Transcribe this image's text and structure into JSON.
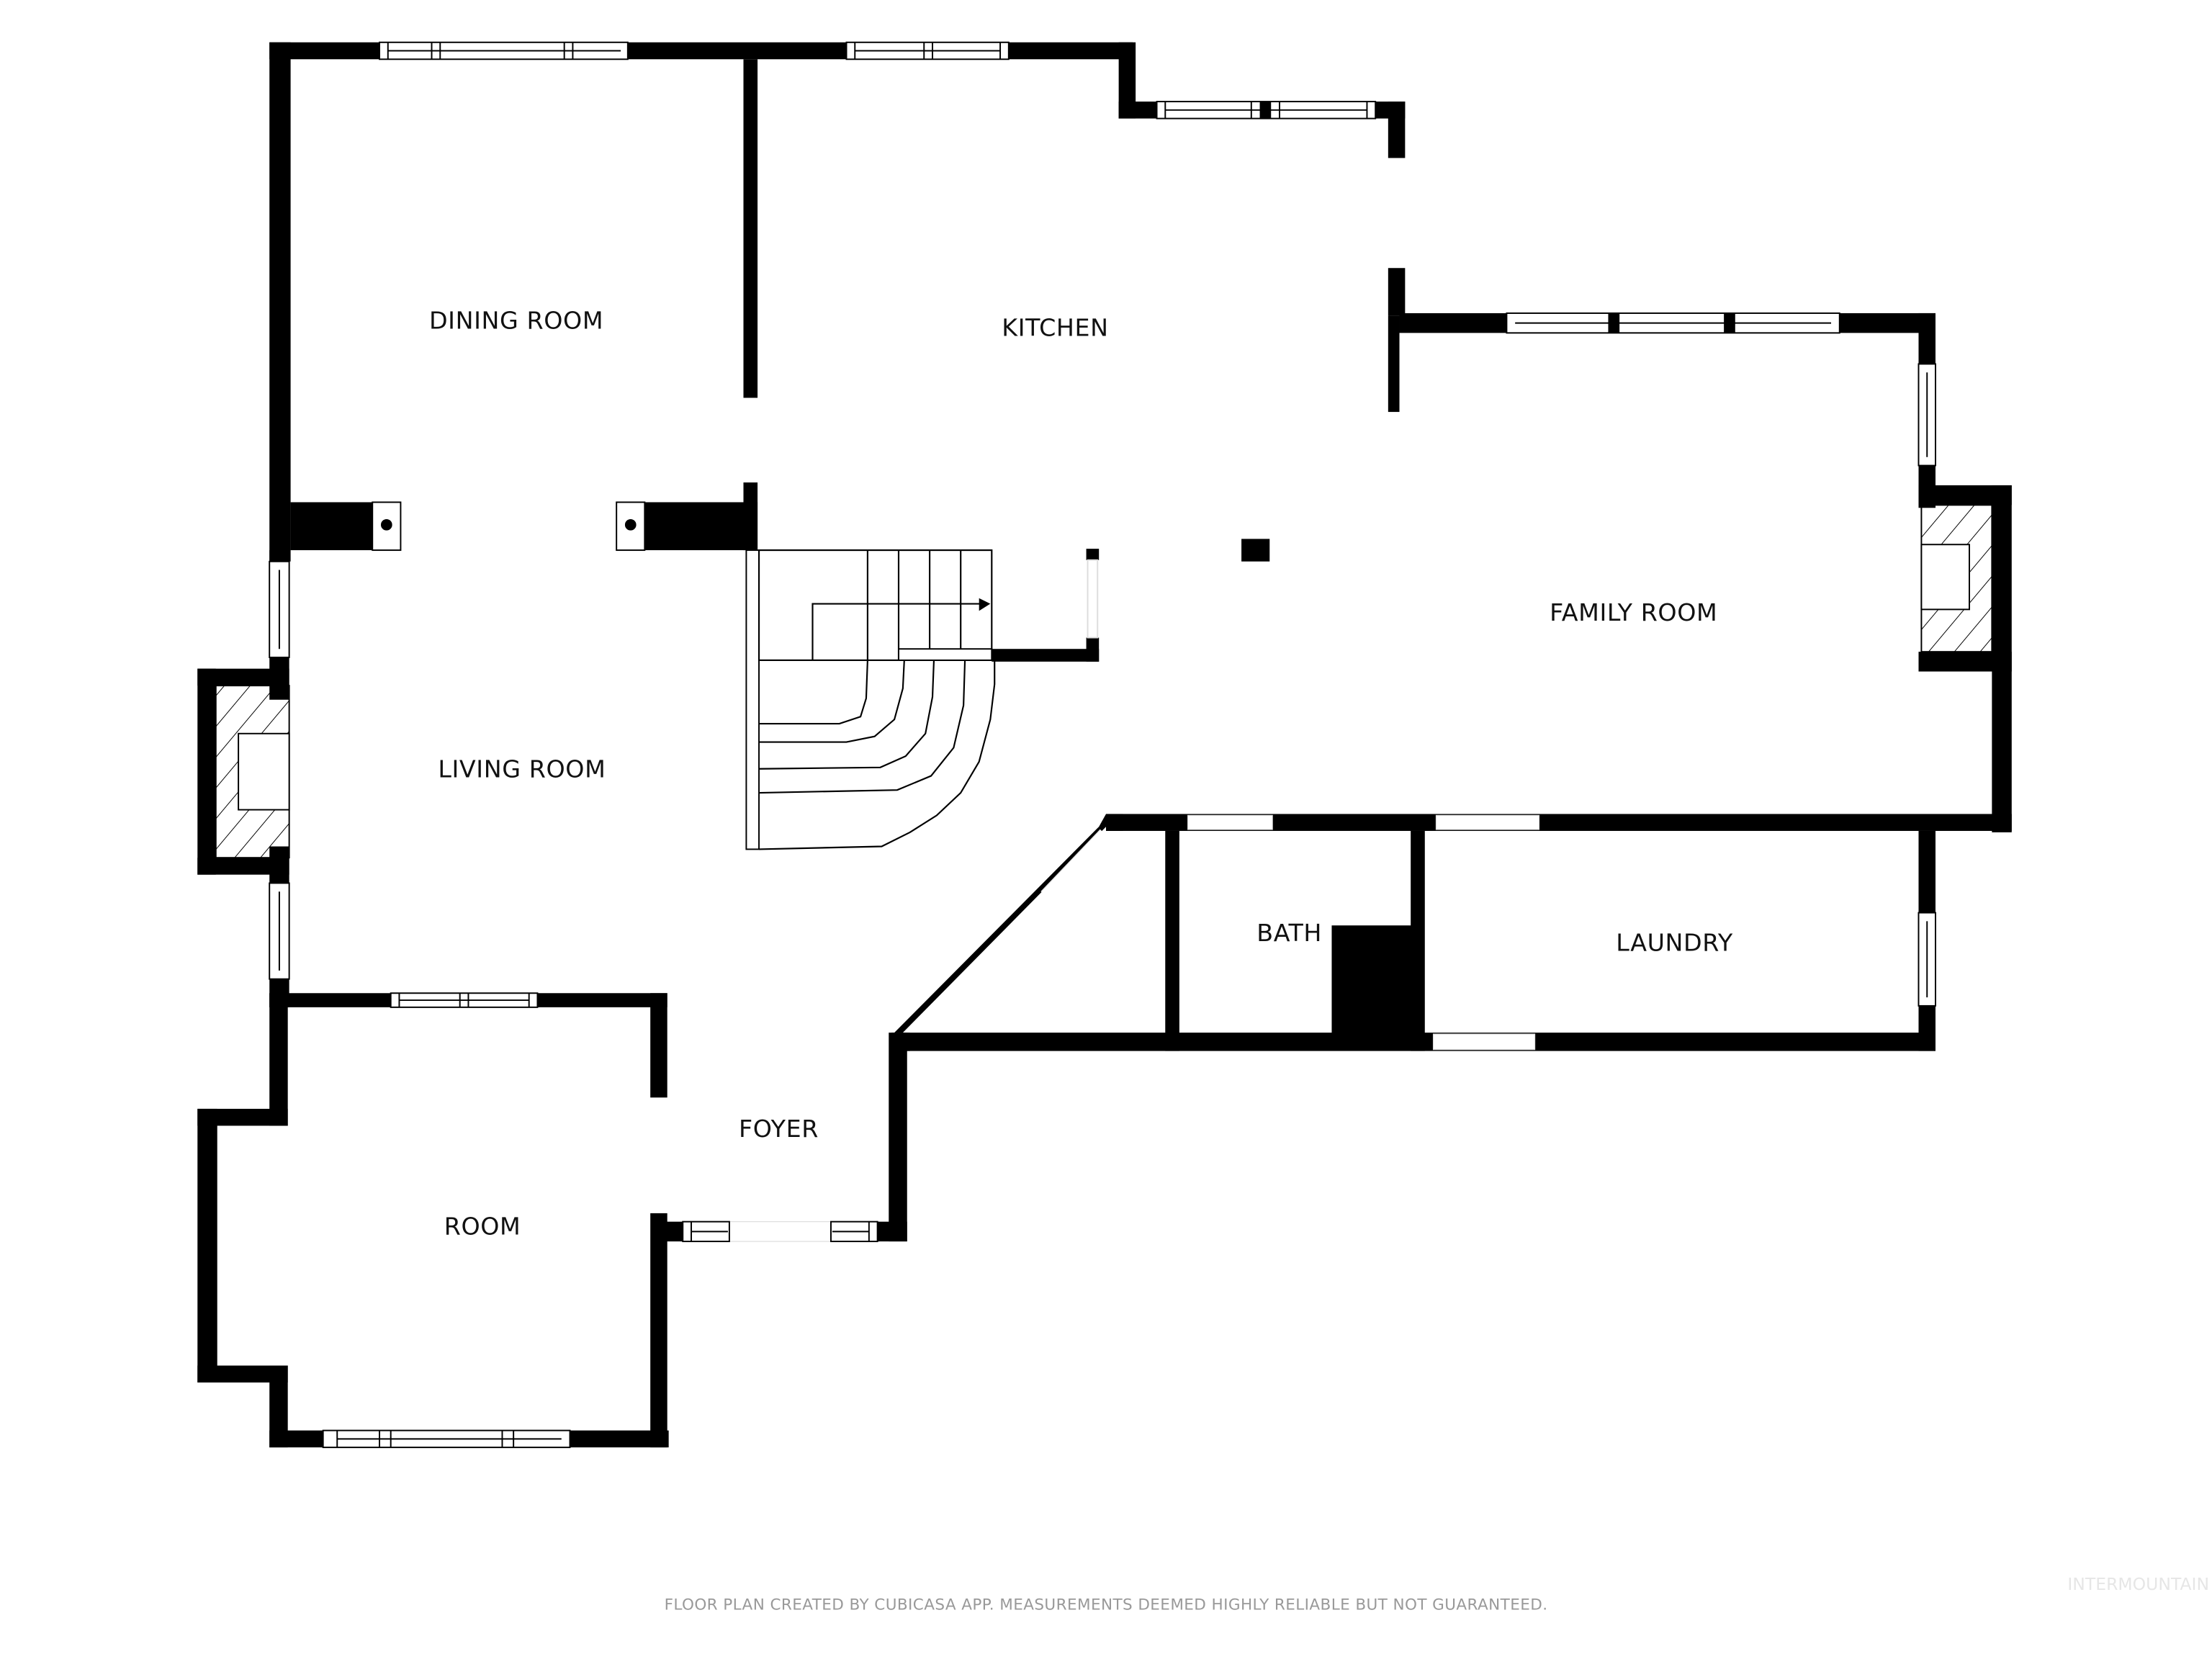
{
  "plan": {
    "type": "floor plan",
    "rooms": [
      {
        "id": "dining",
        "label": "DINING ROOM"
      },
      {
        "id": "kitchen",
        "label": "KITCHEN"
      },
      {
        "id": "family",
        "label": "FAMILY ROOM"
      },
      {
        "id": "living",
        "label": "LIVING ROOM"
      },
      {
        "id": "bath",
        "label": "BATH"
      },
      {
        "id": "laundry",
        "label": "LAUNDRY"
      },
      {
        "id": "foyer",
        "label": "FOYER"
      },
      {
        "id": "room",
        "label": "ROOM"
      }
    ],
    "features": [
      "staircase-with-arrow",
      "fireplace-living-room",
      "fireplace-family-room",
      "columns"
    ]
  },
  "footer": {
    "disclaimer": "FLOOR PLAN CREATED BY CUBICASA APP. MEASUREMENTS DEEMED HIGHLY RELIABLE BUT NOT GUARANTEED.",
    "watermark": "INTERMOUNTAIN"
  },
  "colors": {
    "wall": "#000000",
    "background": "#ffffff",
    "footer_text": "#999999"
  }
}
